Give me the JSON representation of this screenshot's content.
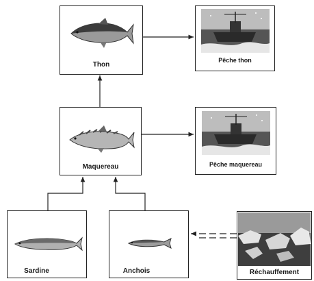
{
  "nodes": {
    "thon": {
      "label": "Thon",
      "icon": "tuna-fish-icon"
    },
    "peche_thon": {
      "label": "Pêche thon",
      "icon": "fishing-trawler-icon"
    },
    "maquereau": {
      "label": "Maquereau",
      "icon": "mackerel-fish-icon"
    },
    "peche_maquereau": {
      "label": "Pêche maquereau",
      "icon": "fishing-trawler-icon"
    },
    "sardine": {
      "label": "Sardine",
      "icon": "sardine-fish-icon"
    },
    "anchois": {
      "label": "Anchois",
      "icon": "anchovy-fish-icon"
    },
    "rechauffement": {
      "label": "Réchauffement",
      "icon": "melting-ice-icon"
    }
  },
  "edges": [
    {
      "from": "Thon",
      "to": "Pêche thon",
      "style": "solid"
    },
    {
      "from": "Maquereau",
      "to": "Thon",
      "style": "solid"
    },
    {
      "from": "Maquereau",
      "to": "Pêche maquereau",
      "style": "solid"
    },
    {
      "from": "Sardine",
      "to": "Maquereau",
      "style": "solid"
    },
    {
      "from": "Anchois",
      "to": "Maquereau",
      "style": "solid"
    },
    {
      "from": "Réchauffement",
      "to": "Anchois",
      "style": "dashed"
    }
  ],
  "colors": {
    "border": "#222222",
    "text": "#1a1a1a",
    "sea": "#5a5a5a",
    "ice": "#d8d8d8"
  }
}
